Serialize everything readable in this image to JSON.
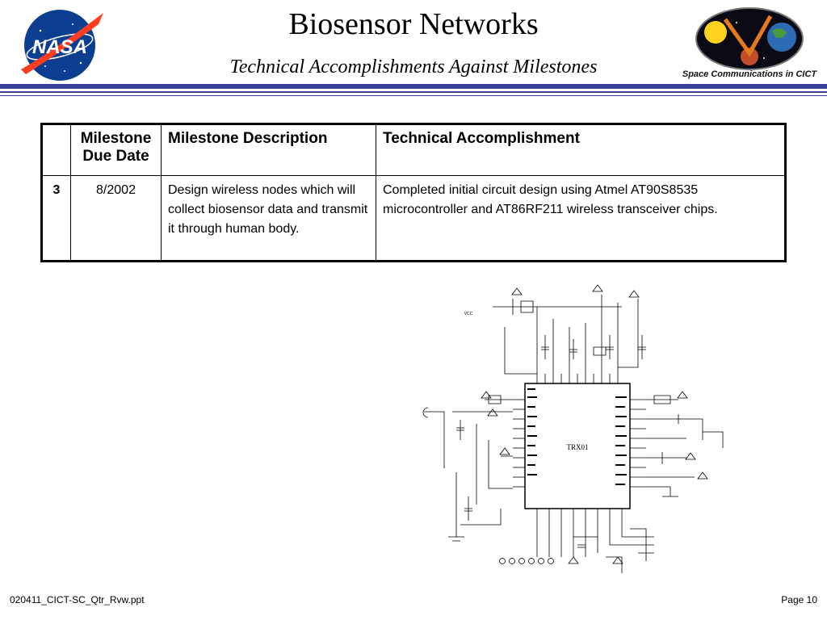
{
  "header": {
    "title": "Biosensor Networks",
    "subtitle": "Technical Accomplishments Against Milestones",
    "logo_left_text": "NASA",
    "logo_right_caption": "Space Communications in CICT"
  },
  "colors": {
    "rule": "#3a3f9a",
    "nasa_blue": "#0b3d91",
    "nasa_red": "#fc3d21"
  },
  "table": {
    "headers": [
      "",
      "Milestone Due Date",
      "Milestone Description",
      "Technical Accomplishment"
    ],
    "rows": [
      {
        "number": "3",
        "due_date": "8/2002",
        "description": "Design wireless nodes which will collect biosensor data and transmit it through human body.",
        "accomplishment": "Completed initial circuit design using Atmel AT90S8535 microcontroller and AT86RF211 wireless transceiver chips."
      }
    ]
  },
  "schematic": {
    "chip_label": "TRX01",
    "vcc_label": "VCC"
  },
  "footer": {
    "filename": "020411_CICT-SC_Qtr_Rvw.ppt",
    "page": "Page 10"
  }
}
